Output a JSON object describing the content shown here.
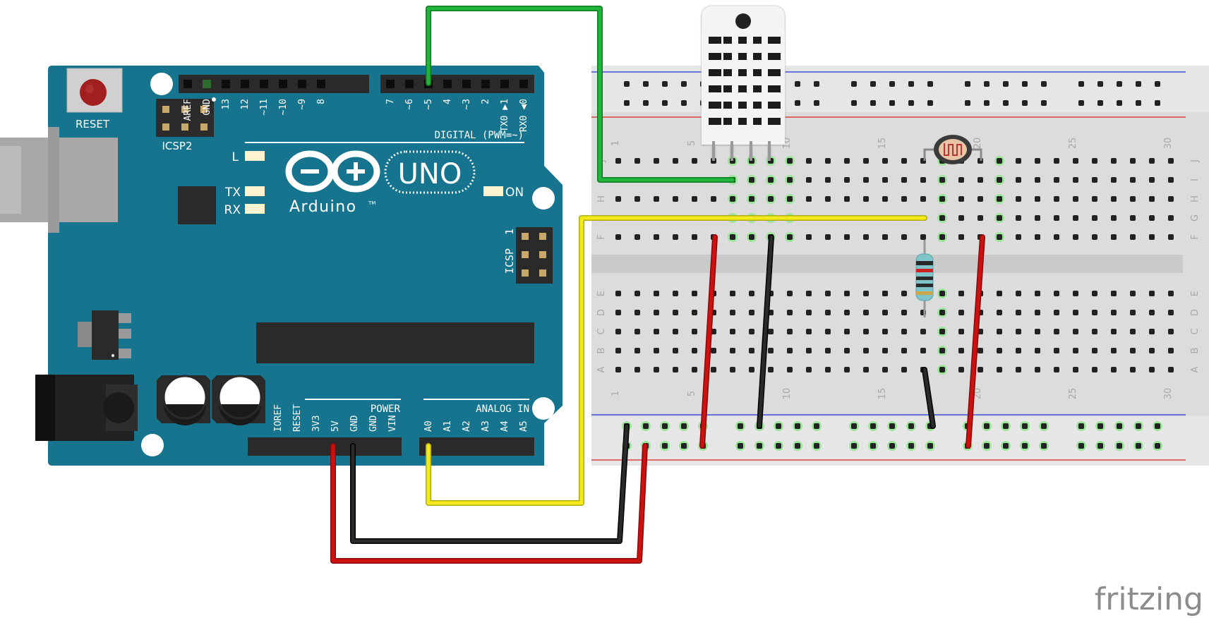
{
  "arduino": {
    "reset_label": "RESET",
    "icsp2_label": "ICSP2",
    "icsp_label": "ICSP",
    "icsp_pin1": "1",
    "led_l": "L",
    "led_tx": "TX",
    "led_rx": "RX",
    "led_on": "ON",
    "brand_uno": "UNO",
    "brand_arduino": "Arduino",
    "brand_tm": "TM",
    "digital_label": "DIGITAL (PWM=~)",
    "power_label": "POWER",
    "analog_label": "ANALOG IN",
    "top_left_pins": [
      "AREF",
      "GND",
      "13",
      "12",
      "~11",
      "~10",
      "~9",
      "8"
    ],
    "top_right_pins": [
      "7",
      "~6",
      "~5",
      "4",
      "~3",
      "2",
      "TX0 ▶1",
      "RX0 ◀0"
    ],
    "power_pins": [
      "IOREF",
      "RESET",
      "3V3",
      "5V",
      "GND",
      "GND",
      "VIN"
    ],
    "analog_pins": [
      "A0",
      "A1",
      "A2",
      "A3",
      "A4",
      "A5"
    ]
  },
  "breadboard": {
    "column_numbers": [
      "1",
      "5",
      "10",
      "15",
      "20",
      "25",
      "30"
    ],
    "rows_top": [
      "J",
      "I",
      "H",
      "G",
      "F"
    ],
    "rows_bottom": [
      "E",
      "D",
      "C",
      "B",
      "A"
    ]
  },
  "watermark": "fritzing",
  "colors": {
    "board": "#16748f",
    "wire_green": "#20b43c",
    "wire_yellow": "#f2ea1b",
    "wire_red": "#cc1111",
    "wire_black": "#222222",
    "rail_blue": "#2233dd",
    "rail_red": "#dd2222"
  }
}
